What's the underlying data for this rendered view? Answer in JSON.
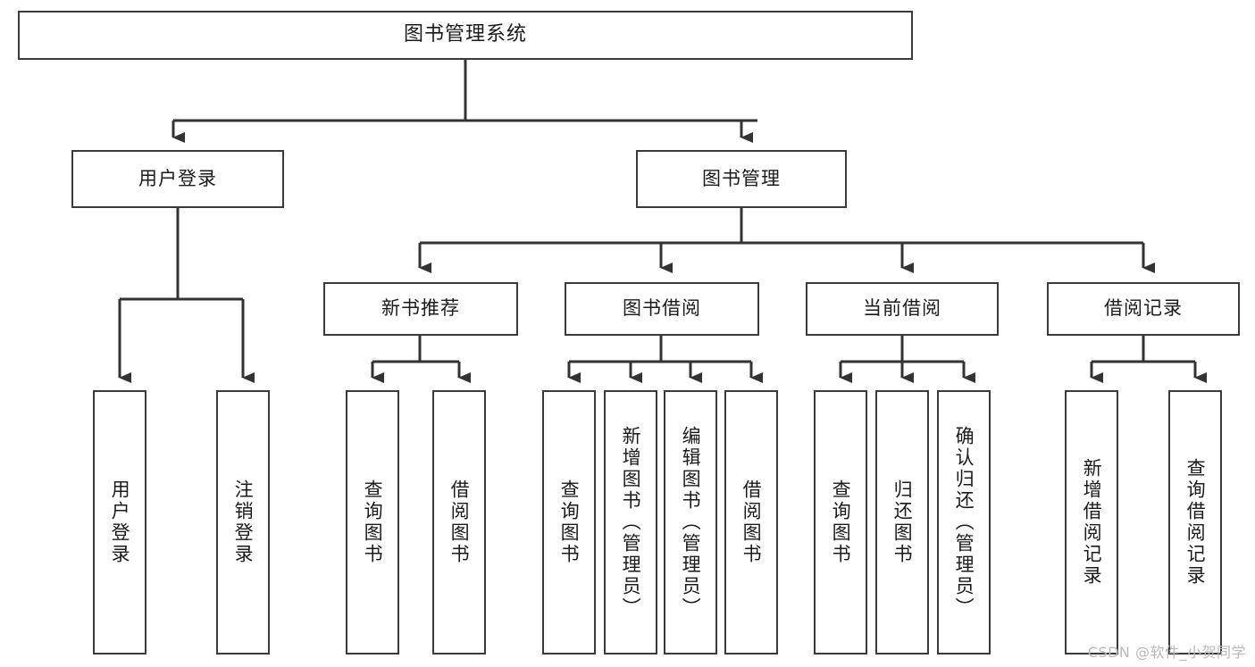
{
  "diagram": {
    "title": "图书管理系统",
    "type": "tree-hierarchy-diagram",
    "colors": {
      "node_border": "#3a3a3a",
      "node_fill": "#ffffff",
      "edge": "#333333",
      "text": "#1b1b1b",
      "watermark": "#b9b9b9",
      "background": "#ffffff"
    },
    "root": {
      "id": "root",
      "label": "图书管理系统",
      "orientation": "horizontal"
    },
    "level1": [
      {
        "id": "user-login",
        "label": "用户登录",
        "orientation": "horizontal"
      },
      {
        "id": "book-management",
        "label": "图书管理",
        "orientation": "horizontal"
      }
    ],
    "level2": [
      {
        "id": "new-book-recommend",
        "label": "新书推荐",
        "orientation": "horizontal",
        "parent": "book-management"
      },
      {
        "id": "book-borrow",
        "label": "图书借阅",
        "orientation": "horizontal",
        "parent": "book-management"
      },
      {
        "id": "current-borrow",
        "label": "当前借阅",
        "orientation": "horizontal",
        "parent": "book-management"
      },
      {
        "id": "borrow-record",
        "label": "借阅记录",
        "orientation": "horizontal",
        "parent": "book-management"
      }
    ],
    "leaves": [
      {
        "id": "leaf-user-login",
        "label": "用户登录",
        "parent": "user-login"
      },
      {
        "id": "leaf-logout",
        "label": "注销登录",
        "parent": "user-login"
      },
      {
        "id": "leaf-query-book-1",
        "label": "查询图书",
        "parent": "new-book-recommend"
      },
      {
        "id": "leaf-borrow-book-1",
        "label": "借阅图书",
        "parent": "new-book-recommend"
      },
      {
        "id": "leaf-query-book-2",
        "label": "查询图书",
        "parent": "book-borrow"
      },
      {
        "id": "leaf-add-book",
        "label": "新增图书（管理员）",
        "parent": "book-borrow"
      },
      {
        "id": "leaf-edit-book",
        "label": "编辑图书（管理员）",
        "parent": "book-borrow"
      },
      {
        "id": "leaf-borrow-book-2",
        "label": "借阅图书",
        "parent": "book-borrow"
      },
      {
        "id": "leaf-query-book-3",
        "label": "查询图书",
        "parent": "current-borrow"
      },
      {
        "id": "leaf-return-book",
        "label": "归还图书",
        "parent": "current-borrow"
      },
      {
        "id": "leaf-confirm-return",
        "label": "确认归还（管理员）",
        "parent": "current-borrow"
      },
      {
        "id": "leaf-add-record",
        "label": "新增借阅记录",
        "parent": "borrow-record"
      },
      {
        "id": "leaf-query-record",
        "label": "查询借阅记录",
        "parent": "borrow-record"
      }
    ],
    "watermark": "CSDN @软件_小贺同学"
  }
}
